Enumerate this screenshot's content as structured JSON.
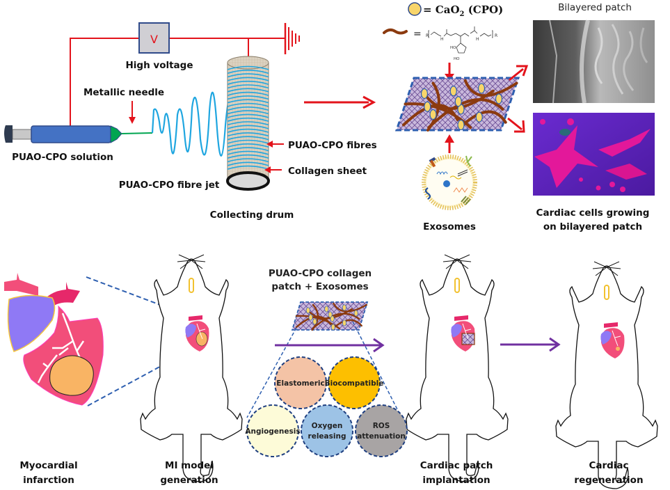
{
  "top_panel": {
    "syringe_label": "PUAO-CPO solution",
    "needle_label": "Metallic needle",
    "voltage_symbol": "V",
    "voltage_label": "High voltage",
    "jet_label": "PUAO-CPO fibre jet",
    "drum_label": "Collecting drum",
    "fibres_label": "PUAO-CPO fibres",
    "collagen_label": "Collagen sheet",
    "legend_cpo": "= CaO",
    "legend_cpo_sub": "2",
    "legend_cpo_suffix": " (CPO)",
    "legend_polymer_eq": "=",
    "exosomes_label": "Exosomes",
    "sem_title": "Bilayered patch",
    "cells_label_line1": "Cardiac cells growing",
    "cells_label_line2": "on bilayered patch"
  },
  "bottom_panel": {
    "mi_label_line1": "Myocardial",
    "mi_label_line2": "infarction",
    "model_label_line1": "MI model",
    "model_label_line2": "generation",
    "patch_title_line1": "PUAO-CPO collagen",
    "patch_title_line2": "patch + Exosomes",
    "implant_label_line1": "Cardiac patch",
    "implant_label_line2": "implantation",
    "regen_label_line1": "Cardiac",
    "regen_label_line2": "regeneration",
    "properties": [
      {
        "label": "Elastomeric",
        "color": "#f4c3a6"
      },
      {
        "label": "Biocompatible",
        "color": "#fdbf00"
      },
      {
        "label": "Angiogenesis",
        "color": "#fdfbd8"
      },
      {
        "label_line1": "Oxygen",
        "label_line2": "releasing",
        "color": "#9dc3e6"
      },
      {
        "label_line1": "ROS",
        "label_line2": "attenuation",
        "color": "#a8a4a4"
      }
    ]
  },
  "colors": {
    "circuit_red": "#e3131b",
    "fiber_blue": "#1fa6e0",
    "syringe_blue": "#4472c4",
    "needle_green": "#00a550",
    "heart_pink": "#f24e7a",
    "atrium_purple": "#8f79f5",
    "infarct_orange": "#f9b464",
    "arrow_purple": "#7030a0",
    "dash_blue": "#2e5fb0",
    "polymer_brown": "#8b3a0f",
    "cpo_yellow": "#f8d56a"
  }
}
